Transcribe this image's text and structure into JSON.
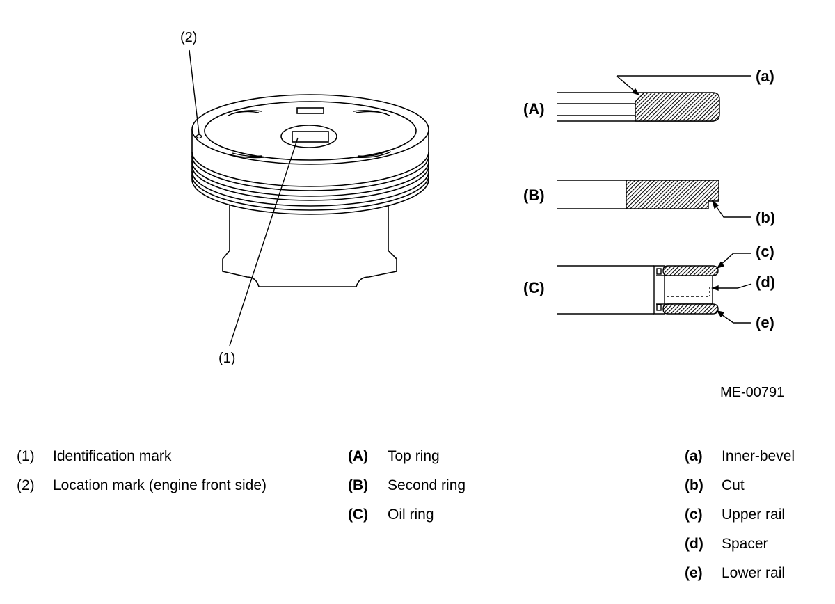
{
  "figure": {
    "code": "ME-00791",
    "callouts": {
      "one": "(1)",
      "two": "(2)",
      "A": "(A)",
      "B": "(B)",
      "C": "(C)",
      "a": "(a)",
      "b": "(b)",
      "c": "(c)",
      "d": "(d)",
      "e": "(e)"
    }
  },
  "legend": {
    "numbered": [
      {
        "key": "(1)",
        "text": "Identification mark"
      },
      {
        "key": "(2)",
        "text": "Location mark (engine front side)"
      }
    ],
    "rings": [
      {
        "key": "(A)",
        "text": "Top ring"
      },
      {
        "key": "(B)",
        "text": "Second ring"
      },
      {
        "key": "(C)",
        "text": "Oil ring"
      }
    ],
    "details": [
      {
        "key": "(a)",
        "text": "Inner-bevel"
      },
      {
        "key": "(b)",
        "text": "Cut"
      },
      {
        "key": "(c)",
        "text": "Upper rail"
      },
      {
        "key": "(d)",
        "text": "Spacer"
      },
      {
        "key": "(e)",
        "text": "Lower rail"
      }
    ]
  }
}
